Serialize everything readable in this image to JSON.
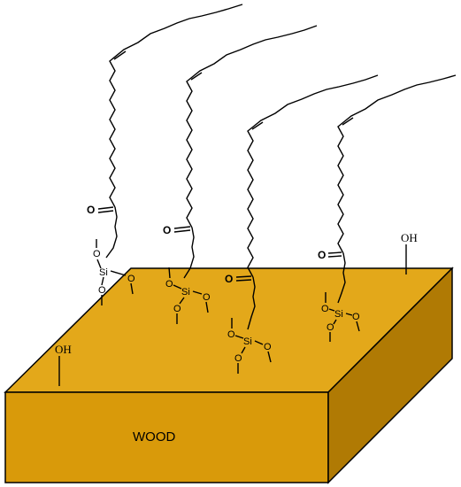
{
  "colors": {
    "wood_top": "#E3A81A",
    "wood_front": "#D99A0A",
    "wood_side": "#B07A04",
    "edge": "#000000",
    "ink": "#000000"
  },
  "wood": {
    "label": "WOOD"
  },
  "hydroxyls": [
    {
      "label": "OH"
    },
    {
      "label": "OH"
    }
  ],
  "molecules": [
    {
      "silicon": "Si",
      "methoxy_oxygen": [
        "O",
        "O",
        "O"
      ],
      "carbonyl_oxygen": "O"
    },
    {
      "silicon": "Si",
      "methoxy_oxygen": [
        "O",
        "O",
        "O"
      ],
      "carbonyl_oxygen": "O"
    },
    {
      "silicon": "Si",
      "methoxy_oxygen": [
        "O",
        "O",
        "O"
      ],
      "carbonyl_oxygen": "O"
    },
    {
      "silicon": "Si",
      "methoxy_oxygen": [
        "O",
        "O",
        "O"
      ],
      "carbonyl_oxygen": "O"
    }
  ]
}
